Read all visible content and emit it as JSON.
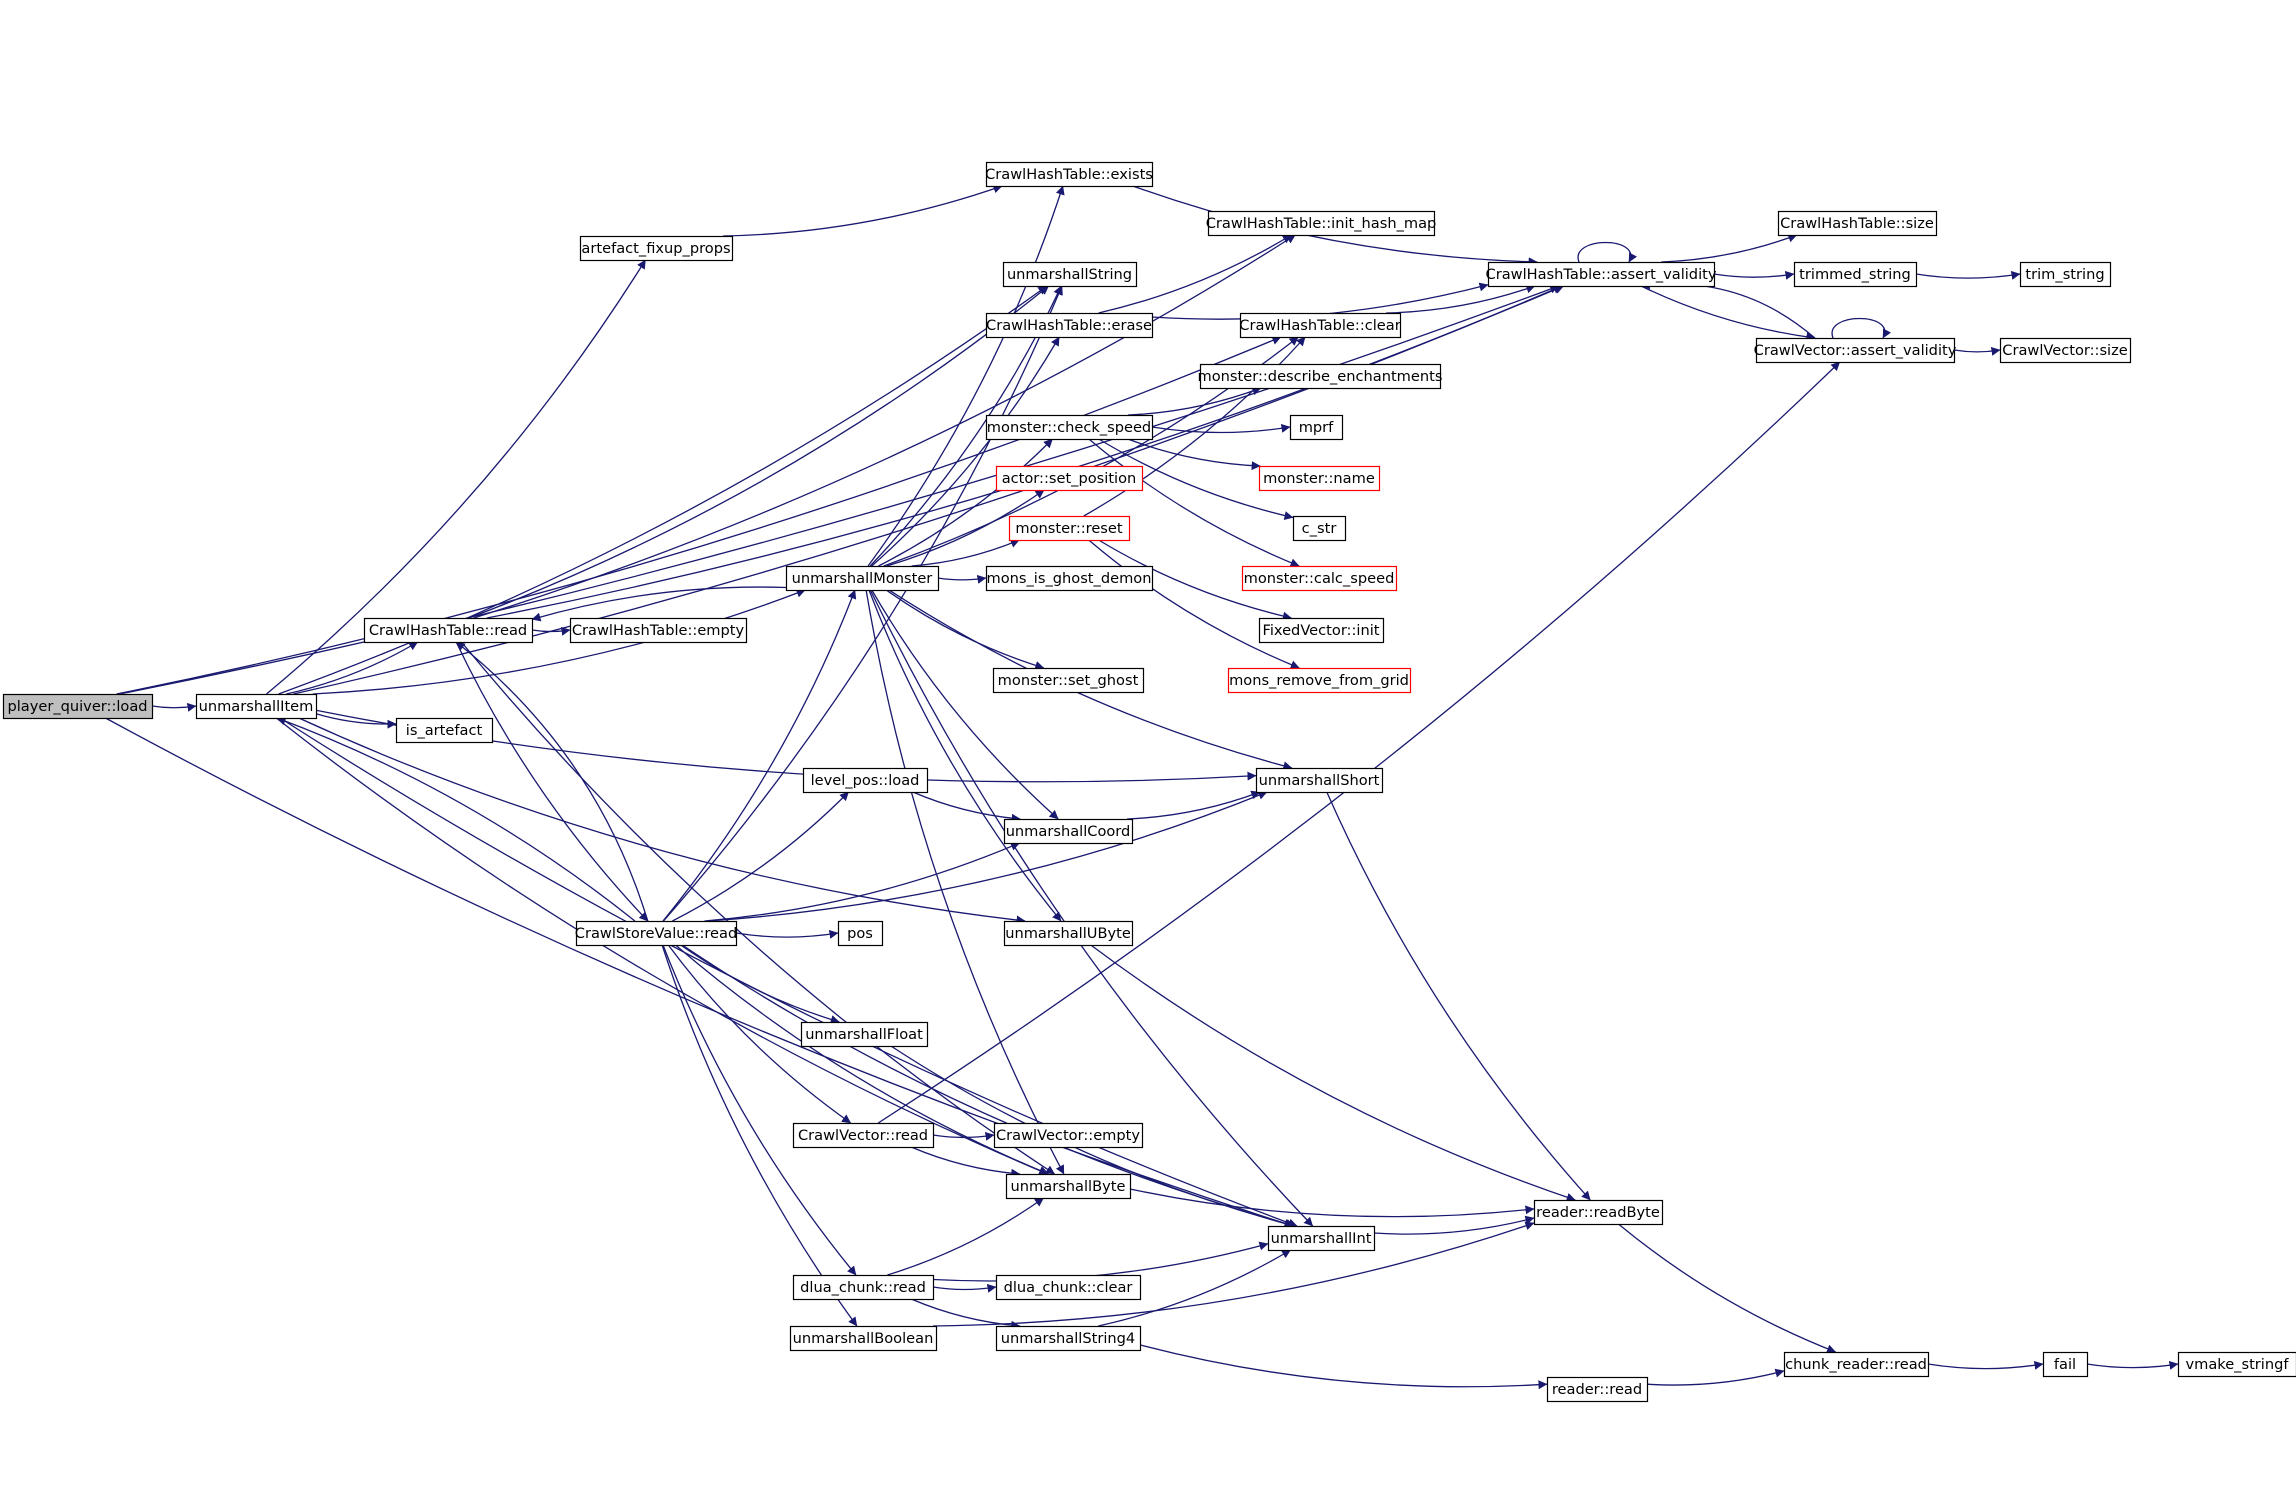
{
  "colors": {
    "edge": "#191970",
    "node_border": "#000000",
    "node_border_incomplete": "#ff0000",
    "node_fill": "#ffffff",
    "root_fill": "#bfbfbf",
    "text": "#000000"
  },
  "nodes": [
    {
      "id": "n_player_quiver_load",
      "label": "player_quiver::load",
      "style": "root"
    },
    {
      "id": "n_unmarshallItem",
      "label": "unmarshallItem",
      "style": "normal"
    },
    {
      "id": "n_artefact_fixup_props",
      "label": "artefact_fixup_props",
      "style": "normal"
    },
    {
      "id": "n_CrawlHashTable_read",
      "label": "CrawlHashTable::read",
      "style": "normal"
    },
    {
      "id": "n_is_artefact",
      "label": "is_artefact",
      "style": "normal"
    },
    {
      "id": "n_CrawlStoreValue_read",
      "label": "CrawlStoreValue::read",
      "style": "normal"
    },
    {
      "id": "n_CrawlHashTable_empty",
      "label": "CrawlHashTable::empty",
      "style": "normal"
    },
    {
      "id": "n_unmarshallMonster",
      "label": "unmarshallMonster",
      "style": "normal"
    },
    {
      "id": "n_level_pos_load",
      "label": "level_pos::load",
      "style": "normal"
    },
    {
      "id": "n_pos",
      "label": "pos",
      "style": "normal"
    },
    {
      "id": "n_unmarshallFloat",
      "label": "unmarshallFloat",
      "style": "normal"
    },
    {
      "id": "n_CrawlVector_read",
      "label": "CrawlVector::read",
      "style": "normal"
    },
    {
      "id": "n_dlua_chunk_read",
      "label": "dlua_chunk::read",
      "style": "normal"
    },
    {
      "id": "n_unmarshallBoolean",
      "label": "unmarshallBoolean",
      "style": "normal"
    },
    {
      "id": "n_CrawlHashTable_exists",
      "label": "CrawlHashTable::exists",
      "style": "normal"
    },
    {
      "id": "n_unmarshallString",
      "label": "unmarshallString",
      "style": "normal"
    },
    {
      "id": "n_CrawlHashTable_erase",
      "label": "CrawlHashTable::erase",
      "style": "normal"
    },
    {
      "id": "n_monster_check_speed",
      "label": "monster::check_speed",
      "style": "normal"
    },
    {
      "id": "n_actor_set_position",
      "label": "actor::set_position",
      "style": "incomplete"
    },
    {
      "id": "n_monster_reset",
      "label": "monster::reset",
      "style": "incomplete"
    },
    {
      "id": "n_mons_is_ghost_demon",
      "label": "mons_is_ghost_demon",
      "style": "normal"
    },
    {
      "id": "n_monster_set_ghost",
      "label": "monster::set_ghost",
      "style": "normal"
    },
    {
      "id": "n_unmarshallCoord",
      "label": "unmarshallCoord",
      "style": "normal"
    },
    {
      "id": "n_unmarshallUByte",
      "label": "unmarshallUByte",
      "style": "normal"
    },
    {
      "id": "n_CrawlVector_empty",
      "label": "CrawlVector::empty",
      "style": "normal"
    },
    {
      "id": "n_unmarshallByte",
      "label": "unmarshallByte",
      "style": "normal"
    },
    {
      "id": "n_dlua_chunk_clear",
      "label": "dlua_chunk::clear",
      "style": "normal"
    },
    {
      "id": "n_unmarshallString4",
      "label": "unmarshallString4",
      "style": "normal"
    },
    {
      "id": "n_CrawlHashTable_init_hash_map",
      "label": "CrawlHashTable::init_hash_map",
      "style": "normal"
    },
    {
      "id": "n_CrawlHashTable_clear",
      "label": "CrawlHashTable::clear",
      "style": "normal"
    },
    {
      "id": "n_monster_describe_enchantments",
      "label": "monster::describe_enchantments",
      "style": "normal"
    },
    {
      "id": "n_mprf",
      "label": "mprf",
      "style": "normal"
    },
    {
      "id": "n_monster_name",
      "label": "monster::name",
      "style": "incomplete"
    },
    {
      "id": "n_c_str",
      "label": "c_str",
      "style": "normal"
    },
    {
      "id": "n_monster_calc_speed",
      "label": "monster::calc_speed",
      "style": "incomplete"
    },
    {
      "id": "n_FixedVector_init",
      "label": "FixedVector::init",
      "style": "normal"
    },
    {
      "id": "n_mons_remove_from_grid",
      "label": "mons_remove_from_grid",
      "style": "incomplete"
    },
    {
      "id": "n_unmarshallShort",
      "label": "unmarshallShort",
      "style": "normal"
    },
    {
      "id": "n_unmarshallInt",
      "label": "unmarshallInt",
      "style": "normal"
    },
    {
      "id": "n_reader_read",
      "label": "reader::read",
      "style": "normal"
    },
    {
      "id": "n_CrawlHashTable_assert_validity",
      "label": "CrawlHashTable::assert_validity",
      "style": "normal"
    },
    {
      "id": "n_CrawlVector_assert_validity",
      "label": "CrawlVector::assert_validity",
      "style": "normal"
    },
    {
      "id": "n_reader_readByte",
      "label": "reader::readByte",
      "style": "normal"
    },
    {
      "id": "n_chunk_reader_read",
      "label": "chunk_reader::read",
      "style": "normal"
    },
    {
      "id": "n_CrawlHashTable_size",
      "label": "CrawlHashTable::size",
      "style": "normal"
    },
    {
      "id": "n_trimmed_string",
      "label": "trimmed_string",
      "style": "normal"
    },
    {
      "id": "n_CrawlVector_size",
      "label": "CrawlVector::size",
      "style": "normal"
    },
    {
      "id": "n_trim_string",
      "label": "trim_string",
      "style": "normal"
    },
    {
      "id": "n_fail",
      "label": "fail",
      "style": "normal"
    },
    {
      "id": "n_vmake_stringf",
      "label": "vmake_stringf",
      "style": "normal"
    }
  ],
  "edges": [
    [
      "n_player_quiver_load",
      "n_unmarshallItem"
    ],
    [
      "n_player_quiver_load",
      "n_CrawlHashTable_clear"
    ],
    [
      "n_player_quiver_load",
      "n_CrawlHashTable_assert_validity"
    ],
    [
      "n_player_quiver_load",
      "n_unmarshallInt"
    ],
    [
      "n_unmarshallItem",
      "n_artefact_fixup_props"
    ],
    [
      "n_unmarshallItem",
      "n_CrawlHashTable_read"
    ],
    [
      "n_unmarshallItem",
      "n_is_artefact"
    ],
    [
      "n_unmarshallItem",
      "n_unmarshallMonster"
    ],
    [
      "n_unmarshallItem",
      "n_unmarshallString"
    ],
    [
      "n_unmarshallItem",
      "n_unmarshallShort"
    ],
    [
      "n_unmarshallItem",
      "n_unmarshallUByte"
    ],
    [
      "n_unmarshallItem",
      "n_unmarshallByte"
    ],
    [
      "n_unmarshallItem",
      "n_unmarshallInt"
    ],
    [
      "n_unmarshallItem",
      "n_CrawlHashTable_assert_validity"
    ],
    [
      "n_artefact_fixup_props",
      "n_CrawlHashTable_exists"
    ],
    [
      "n_CrawlHashTable_read",
      "n_CrawlHashTable_empty"
    ],
    [
      "n_CrawlHashTable_read",
      "n_CrawlStoreValue_read"
    ],
    [
      "n_CrawlHashTable_read",
      "n_unmarshallString"
    ],
    [
      "n_CrawlHashTable_read",
      "n_CrawlHashTable_init_hash_map"
    ],
    [
      "n_CrawlHashTable_read",
      "n_CrawlHashTable_assert_validity"
    ],
    [
      "n_CrawlHashTable_read",
      "n_unmarshallByte"
    ],
    [
      "n_CrawlStoreValue_read",
      "n_unmarshallItem"
    ],
    [
      "n_CrawlStoreValue_read",
      "n_CrawlHashTable_read"
    ],
    [
      "n_CrawlStoreValue_read",
      "n_unmarshallMonster"
    ],
    [
      "n_CrawlStoreValue_read",
      "n_level_pos_load"
    ],
    [
      "n_CrawlStoreValue_read",
      "n_pos"
    ],
    [
      "n_CrawlStoreValue_read",
      "n_unmarshallFloat"
    ],
    [
      "n_CrawlStoreValue_read",
      "n_CrawlVector_read"
    ],
    [
      "n_CrawlStoreValue_read",
      "n_dlua_chunk_read"
    ],
    [
      "n_CrawlStoreValue_read",
      "n_unmarshallBoolean"
    ],
    [
      "n_CrawlStoreValue_read",
      "n_unmarshallString"
    ],
    [
      "n_CrawlStoreValue_read",
      "n_unmarshallCoord"
    ],
    [
      "n_CrawlStoreValue_read",
      "n_unmarshallByte"
    ],
    [
      "n_CrawlStoreValue_read",
      "n_unmarshallShort"
    ],
    [
      "n_CrawlStoreValue_read",
      "n_unmarshallInt"
    ],
    [
      "n_unmarshallMonster",
      "n_CrawlHashTable_read"
    ],
    [
      "n_unmarshallMonster",
      "n_CrawlHashTable_exists"
    ],
    [
      "n_unmarshallMonster",
      "n_unmarshallString"
    ],
    [
      "n_unmarshallMonster",
      "n_CrawlHashTable_erase"
    ],
    [
      "n_unmarshallMonster",
      "n_monster_check_speed"
    ],
    [
      "n_unmarshallMonster",
      "n_actor_set_position"
    ],
    [
      "n_unmarshallMonster",
      "n_monster_reset"
    ],
    [
      "n_unmarshallMonster",
      "n_mons_is_ghost_demon"
    ],
    [
      "n_unmarshallMonster",
      "n_monster_set_ghost"
    ],
    [
      "n_unmarshallMonster",
      "n_unmarshallCoord"
    ],
    [
      "n_unmarshallMonster",
      "n_unmarshallUByte"
    ],
    [
      "n_unmarshallMonster",
      "n_unmarshallByte"
    ],
    [
      "n_unmarshallMonster",
      "n_unmarshallShort"
    ],
    [
      "n_unmarshallMonster",
      "n_unmarshallInt"
    ],
    [
      "n_unmarshallMonster",
      "n_CrawlHashTable_clear"
    ],
    [
      "n_level_pos_load",
      "n_unmarshallCoord"
    ],
    [
      "n_unmarshallFloat",
      "n_unmarshallInt"
    ],
    [
      "n_CrawlVector_read",
      "n_CrawlVector_empty"
    ],
    [
      "n_CrawlVector_read",
      "n_unmarshallByte"
    ],
    [
      "n_CrawlVector_read",
      "n_CrawlVector_assert_validity"
    ],
    [
      "n_dlua_chunk_read",
      "n_dlua_chunk_clear"
    ],
    [
      "n_dlua_chunk_read",
      "n_unmarshallString4"
    ],
    [
      "n_dlua_chunk_read",
      "n_unmarshallByte"
    ],
    [
      "n_dlua_chunk_read",
      "n_unmarshallInt"
    ],
    [
      "n_unmarshallBoolean",
      "n_reader_readByte"
    ],
    [
      "n_CrawlHashTable_exists",
      "n_CrawlHashTable_assert_validity"
    ],
    [
      "n_CrawlHashTable_erase",
      "n_CrawlHashTable_init_hash_map"
    ],
    [
      "n_CrawlHashTable_erase",
      "n_CrawlHashTable_assert_validity"
    ],
    [
      "n_monster_check_speed",
      "n_monster_describe_enchantments"
    ],
    [
      "n_monster_check_speed",
      "n_mprf"
    ],
    [
      "n_monster_check_speed",
      "n_monster_name"
    ],
    [
      "n_monster_check_speed",
      "n_c_str"
    ],
    [
      "n_monster_check_speed",
      "n_monster_calc_speed"
    ],
    [
      "n_monster_reset",
      "n_CrawlHashTable_clear"
    ],
    [
      "n_monster_reset",
      "n_FixedVector_init"
    ],
    [
      "n_monster_reset",
      "n_mons_remove_from_grid"
    ],
    [
      "n_unmarshallCoord",
      "n_unmarshallShort"
    ],
    [
      "n_unmarshallUByte",
      "n_reader_readByte"
    ],
    [
      "n_unmarshallByte",
      "n_reader_readByte"
    ],
    [
      "n_unmarshallString4",
      "n_unmarshallInt"
    ],
    [
      "n_unmarshallString4",
      "n_reader_read"
    ],
    [
      "n_CrawlHashTable_clear",
      "n_CrawlHashTable_assert_validity"
    ],
    [
      "n_unmarshallShort",
      "n_reader_readByte"
    ],
    [
      "n_unmarshallInt",
      "n_reader_readByte"
    ],
    [
      "n_reader_read",
      "n_chunk_reader_read"
    ],
    [
      "n_reader_readByte",
      "n_chunk_reader_read"
    ],
    [
      "n_CrawlHashTable_assert_validity",
      "n_CrawlHashTable_assert_validity"
    ],
    [
      "n_CrawlHashTable_assert_validity",
      "n_CrawlHashTable_size"
    ],
    [
      "n_CrawlHashTable_assert_validity",
      "n_trimmed_string"
    ],
    [
      "n_CrawlHashTable_assert_validity",
      "n_CrawlVector_assert_validity"
    ],
    [
      "n_CrawlVector_assert_validity",
      "n_CrawlVector_assert_validity"
    ],
    [
      "n_CrawlVector_assert_validity",
      "n_CrawlHashTable_assert_validity"
    ],
    [
      "n_CrawlVector_assert_validity",
      "n_CrawlVector_size"
    ],
    [
      "n_trimmed_string",
      "n_trim_string"
    ],
    [
      "n_chunk_reader_read",
      "n_fail"
    ],
    [
      "n_fail",
      "n_vmake_stringf"
    ]
  ]
}
